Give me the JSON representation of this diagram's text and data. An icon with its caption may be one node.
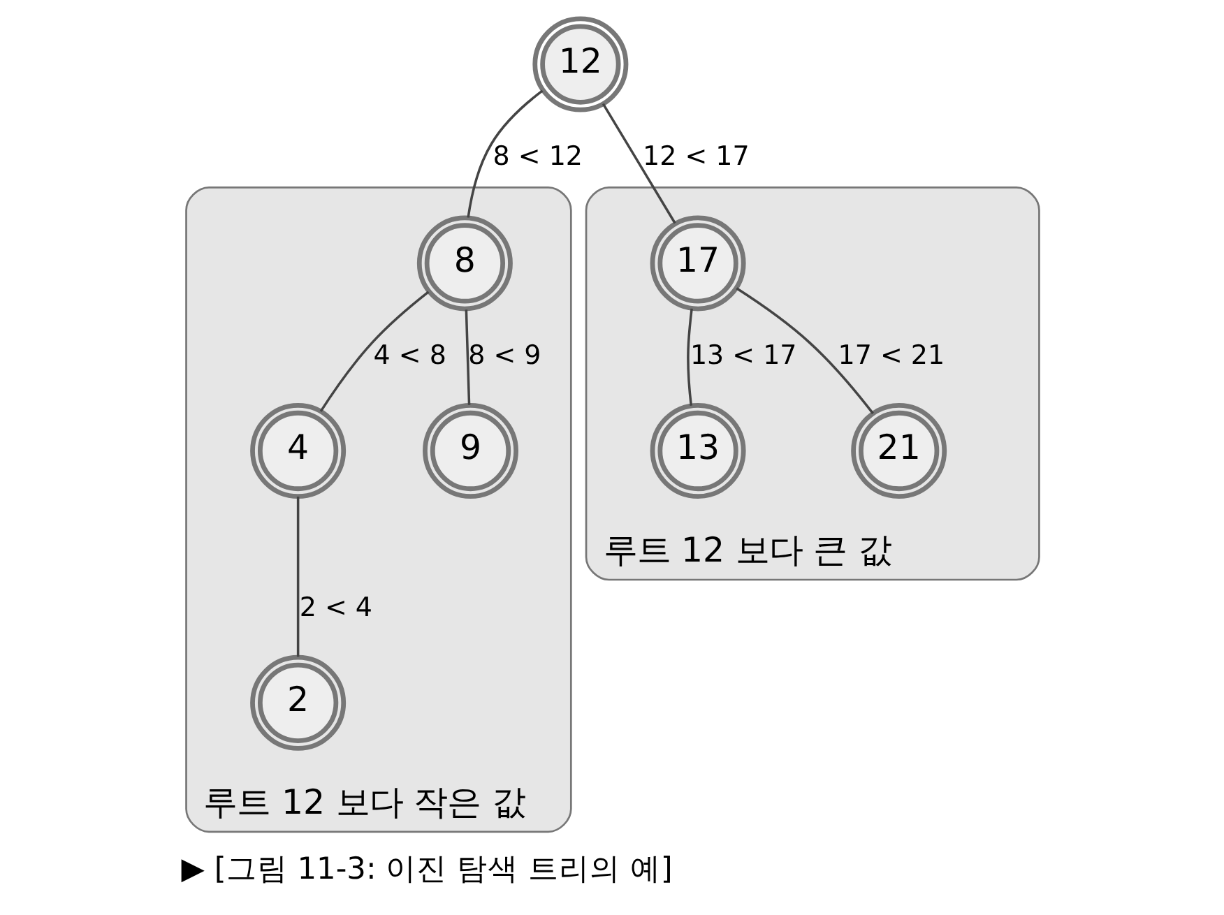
{
  "diagram": {
    "caption": "▶ [그림 11-3: 이진 탐색 트리의 예]",
    "nodes": [
      {
        "text": [
          "12"
        ]
      },
      {
        "text": [
          "루트 12 보다 작은 값"
        ]
      },
      {
        "text": [
          "8"
        ],
        "in": 1
      },
      {
        "text": [
          "4"
        ],
        "in": 1
      },
      {
        "text": [
          "9"
        ],
        "in": 1
      },
      {
        "text": [
          "2"
        ],
        "in": 1
      },
      {
        "text": [
          "루트 12 보다 큰 값"
        ]
      },
      {
        "text": [
          "17"
        ],
        "in": 6
      },
      {
        "text": [
          "13"
        ],
        "in": 6
      },
      {
        "text": [
          "21"
        ],
        "in": 6
      }
    ],
    "edges": [
      {
        "from": 0,
        "to": 2,
        "arrow": "none",
        "label": "8 < 12"
      },
      {
        "from": 0,
        "to": 7,
        "arrow": "none",
        "label": "12 < 17"
      },
      {
        "from": 2,
        "to": 3,
        "arrow": "none",
        "label": "4 < 8"
      },
      {
        "from": 2,
        "to": 4,
        "arrow": "none",
        "label": "8 < 9"
      },
      {
        "from": 3,
        "to": 5,
        "arrow": "none",
        "label": "2 < 4"
      },
      {
        "from": 7,
        "to": 8,
        "arrow": "none",
        "label": "13 < 17"
      },
      {
        "from": 7,
        "to": 9,
        "arrow": "none",
        "label": "17 < 21"
      }
    ]
  }
}
